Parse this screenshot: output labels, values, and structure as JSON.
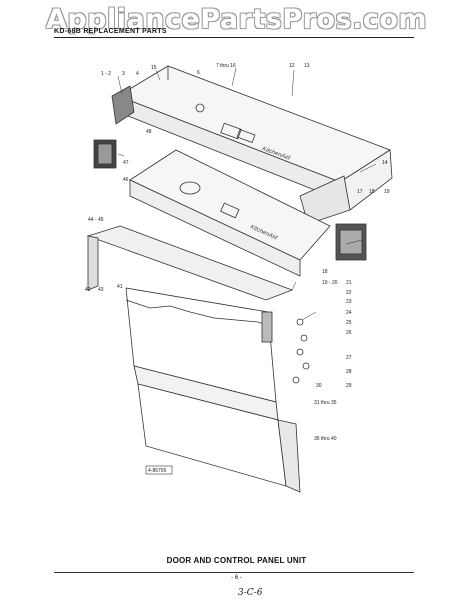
{
  "watermark": "AppliancePartsPros.com",
  "header": {
    "title": "KD-68B REPLACEMENT PARTS"
  },
  "caption": "DOOR AND CONTROL PANEL UNIT",
  "page_number": "- 6 -",
  "handwritten_note": "3-C-6",
  "figure_id": "4-86706",
  "part_labels": [
    "1 - 2",
    "3",
    "4",
    "15",
    "6",
    "7 thru 16",
    "12",
    "13",
    "14",
    "17",
    "18",
    "19",
    "48",
    "47",
    "46",
    "44 - 45",
    "42",
    "43",
    "41",
    "18",
    "19 - 20",
    "21",
    "22",
    "23",
    "24",
    "25",
    "26",
    "27",
    "28",
    "29",
    "30",
    "31 thru 35",
    "36 thru 40"
  ],
  "colors": {
    "line": "#333333",
    "background": "#ffffff",
    "watermark_outline": "#9a9a9a"
  }
}
